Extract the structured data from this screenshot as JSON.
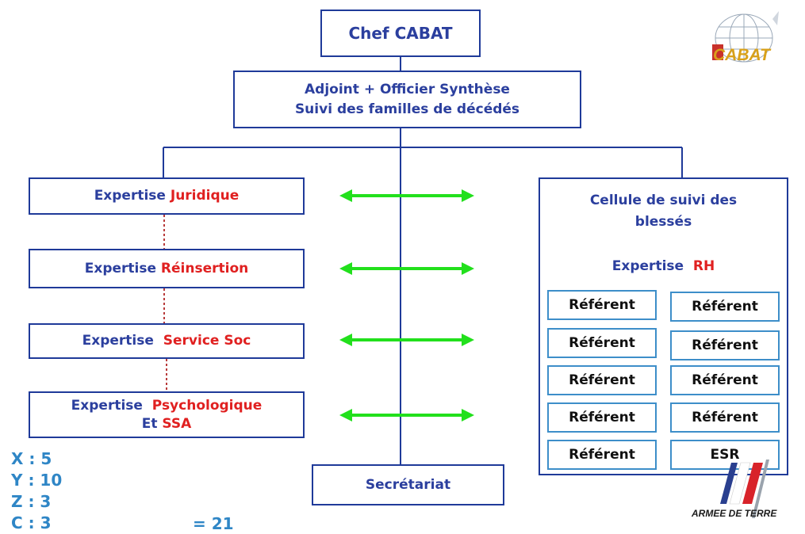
{
  "chief": "Chef CABAT",
  "deputy": {
    "line1": "Adjoint + Officier Synthèse",
    "line2": "Suivi des familles de décédés"
  },
  "expertises": [
    {
      "prefix": "Expertise",
      "name": "Juridique"
    },
    {
      "prefix": "Expertise",
      "name": "Réinsertion"
    },
    {
      "prefix": "Expertise",
      "name": "Service Soc"
    },
    {
      "prefix": "Expertise",
      "name": "Psychologique",
      "line2_prefix": "Et",
      "line2_name": "SSA"
    }
  ],
  "cellule": {
    "title_line1": "Cellule de suivi des",
    "title_line2": "blessés",
    "expertise_prefix": "Expertise",
    "expertise_name": "RH",
    "members": [
      "Référent",
      "Référent",
      "Référent",
      "Référent",
      "Référent",
      "Référent",
      "Référent",
      "Référent",
      "Référent",
      "ESR"
    ]
  },
  "secretariat": "Secrétariat",
  "stats": {
    "x": "X : 5",
    "y": "Y : 10",
    "z": "Z : 3",
    "c": "C : 3",
    "total": "= 21"
  },
  "logos": {
    "cabat_text": "CABAT",
    "armee_text": "ARMEE DE TERRE"
  },
  "colors": {
    "navy": "#2b3f9e",
    "red": "#e02020",
    "arrow_green": "#22e01c",
    "referent_border": "#3d8ec9",
    "stats_blue": "#2f86c6"
  }
}
